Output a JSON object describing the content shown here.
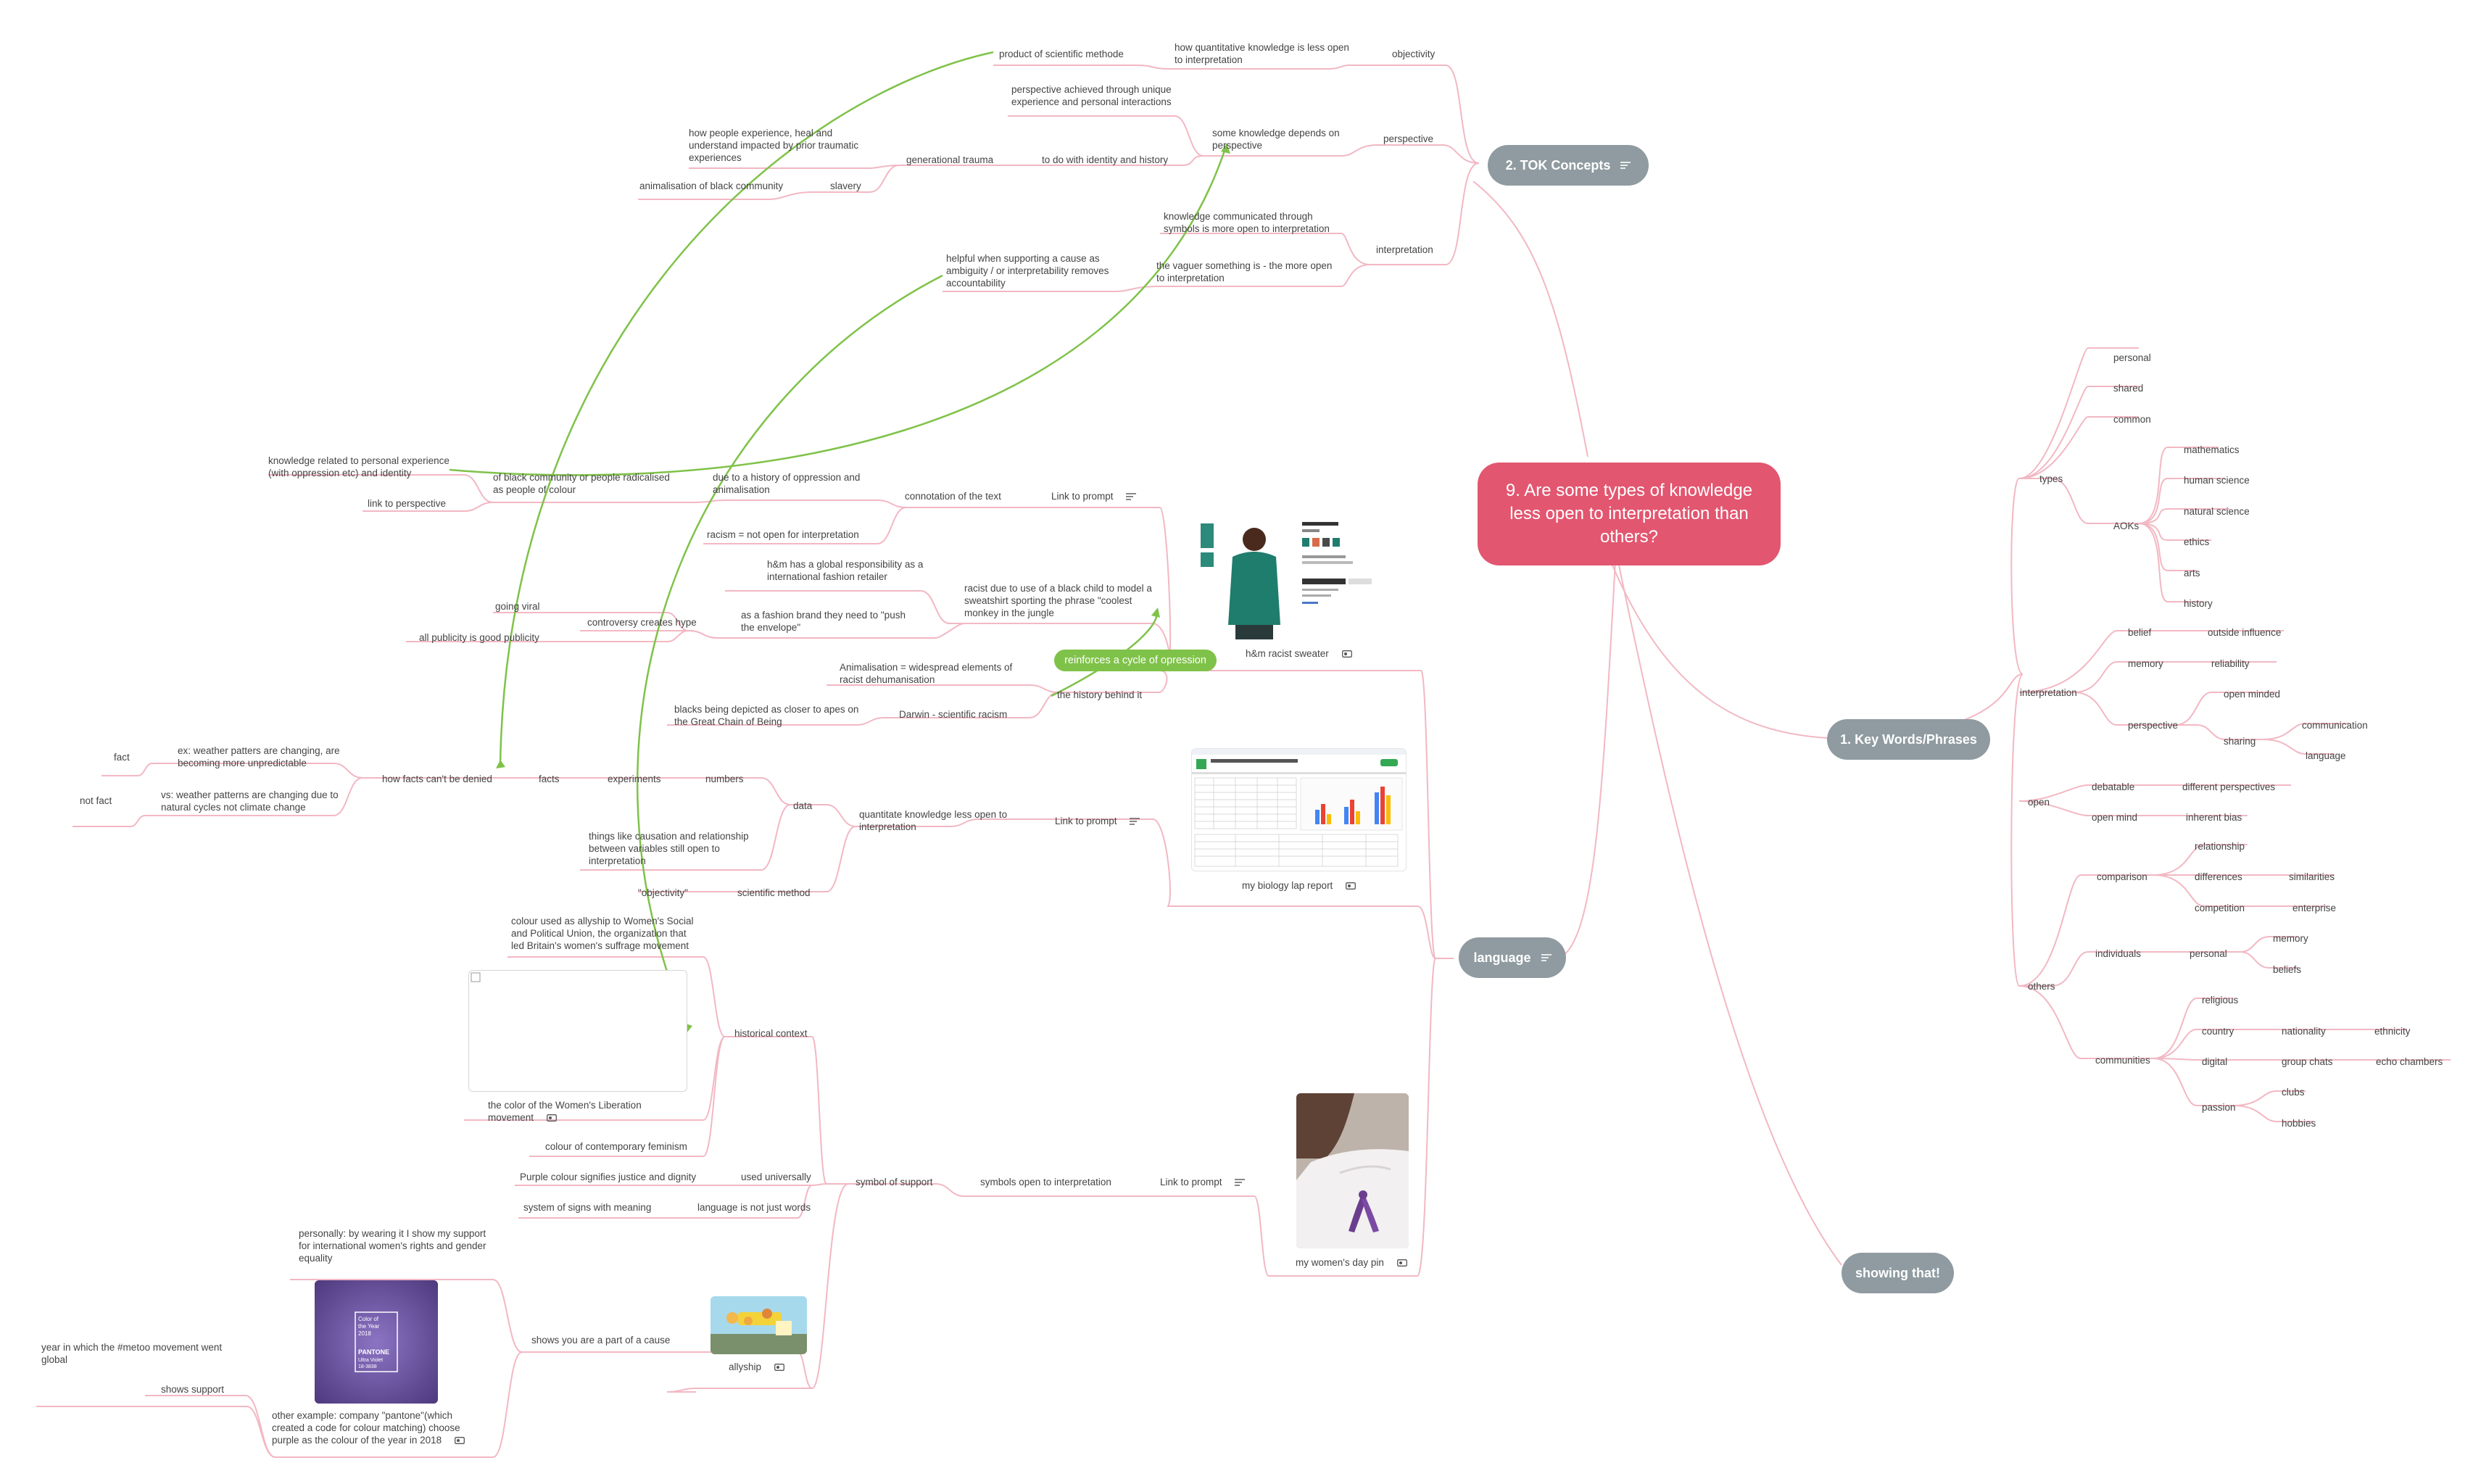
{
  "root": "9. Are some types of knowledge less open to interpretation than others?",
  "topics": {
    "key": "1. Key Words/Phrases",
    "tok": "2. TOK Concepts",
    "language": "language",
    "showing": "showing that!"
  },
  "key_words": {
    "types": "types",
    "personal": "personal",
    "shared": "shared",
    "common": "common",
    "aoks": "AOKs",
    "mathematics": "mathematics",
    "human_science": "human science",
    "natural_science": "natural science",
    "ethics": "ethics",
    "arts": "arts",
    "history": "history",
    "interpretation": "interpretation",
    "belief": "belief",
    "outside_influence": "outside influence",
    "memory": "memory",
    "reliability": "reliability",
    "perspective": "perspective",
    "open_minded": "open minded",
    "sharing": "sharing",
    "communication": "communication",
    "language": "language",
    "open": "open",
    "debatable": "debatable",
    "different_perspectives": "different perspectives",
    "open_mind": "open mind",
    "inherent_bias": "inherent bias",
    "others": "others",
    "comparison": "comparison",
    "relationship": "relationship",
    "differences": "differences",
    "similarities": "similarities",
    "competition": "competition",
    "enterprise": "enterprise",
    "individuals": "individuals",
    "personal2": "personal",
    "memory2": "memory",
    "beliefs": "beliefs",
    "communities": "communities",
    "religious": "religious",
    "country": "country",
    "nationality": "nationality",
    "ethnicity": "ethnicity",
    "digital": "digital",
    "group_chats": "group chats",
    "echo_chambers": "echo chambers",
    "passion": "passion",
    "clubs": "clubs",
    "hobbies": "hobbies"
  },
  "tok": {
    "objectivity": "objectivity",
    "quant_less_open": "how quantitative knowledge is less open to interpretation",
    "product_scientific": "product of scientific methode",
    "perspective": "perspective",
    "perspective_unique": "perspective achieved through unique experience and personal interactions",
    "some_knowledge": "some knowledge depends on perspective",
    "identity_history": "to do with identity and history",
    "generational_trauma": "generational trauma",
    "trauma_desc": "how people experience, heal and understand impacted by prior traumatic experiences",
    "slavery": "slavery",
    "animalisation": "animalisation of black community",
    "interpretation": "interpretation",
    "symbols_open": "knowledge communicated through symbols is more open to interpretation",
    "vaguer": "the vaguer something is - the more open to interpretation",
    "ambiguity": "helpful when supporting a cause as ambiguity / or interpretability removes accountability"
  },
  "language_branch": {
    "link_to_prompt": "Link to prompt",
    "connotation": "connotation of the text",
    "history_oppression": "due to a history of oppression and animalisation",
    "black_community": "of black community or people radicalised as people of colour",
    "personal_experience": "knowledge related to personal experience (with oppression etc) and identity",
    "link_to_perspective": "link to perspective",
    "racism": "racism = not open for interpretation",
    "hm_global": "h&m has a global responsibility as a international fashion retailer",
    "racist_due": "racist due to use of a black child to model a sweatshirt sporting the phrase \"coolest monkey in the jungle",
    "fashion_brand": "as a fashion brand they need to \"push the envelope\"",
    "controversy": "controversy creates hype",
    "going_viral": "going viral",
    "all_publicity": "all publicity is good publicity",
    "reinforces": "reinforces a cycle of opression",
    "animalisation_def": "Animalisation = widespread elements of racist dehumanisation",
    "history_behind": "the history behind it",
    "darwin": "Darwin - scientific racism",
    "great_chain": "blacks being depicted as closer to apes on the Great Chain of Being",
    "hm_caption": "h&m racist sweater",
    "lab_caption": "my biology lap report",
    "quantitate": "quantitate knowledge less open to interpretation",
    "data": "data",
    "numbers": "numbers",
    "experiments": "experiments",
    "facts": "facts",
    "facts_denied": "how facts can't be denied",
    "ex_weather": "ex: weather patters are changing, are becoming more unpredictable",
    "fact": "fact",
    "vs_weather": "vs: weather patterns are changing due to natural cycles not climate change",
    "not_fact": "not fact",
    "causation": "things like causation and relationship between variables still open to interpretation",
    "scientific_method": "scientific method",
    "objectivity_q": "\"objectivity\"",
    "pin_caption": "my women's day pin",
    "symbols_open": "symbols open to interpretation",
    "symbol_support": "symbol of support",
    "historical_context": "historical context",
    "colour_allyship": "colour used as allyship to Women's Social and Political Union, the organization that led Britain's women's suffrage movement",
    "womens_liberation": "the color of the Women's Liberation movement",
    "contemporary_feminism": "colour of contemporary feminism",
    "used_universally": "used universally",
    "purple_justice": "Purple colour signifies justice and dignity",
    "not_just_words": "language is not just words",
    "system_signs": "system of signs with meaning",
    "part_of_cause": "shows you are a part of a cause",
    "allyship": "allyship",
    "personally": "personally: by wearing it I show my support for international women's rights and gender equality",
    "pantone_example": "other example: company \"pantone\"(which created a code for colour matching) choose purple as the colour of the year in 2018",
    "metoo": "year in which the #metoo movement went global",
    "shows_support": "shows support"
  },
  "pantone": {
    "line1": "Color of",
    "line2": "the Year",
    "line3": "2018",
    "brand": "PANTONE",
    "name1": "Ultra Violet",
    "name2": "18-3838"
  },
  "colors": {
    "root": "#e25670",
    "topic": "#8f9ba0",
    "branch_line": "#f0b3bf",
    "relationship": "#7fc249",
    "text": "#444444"
  }
}
